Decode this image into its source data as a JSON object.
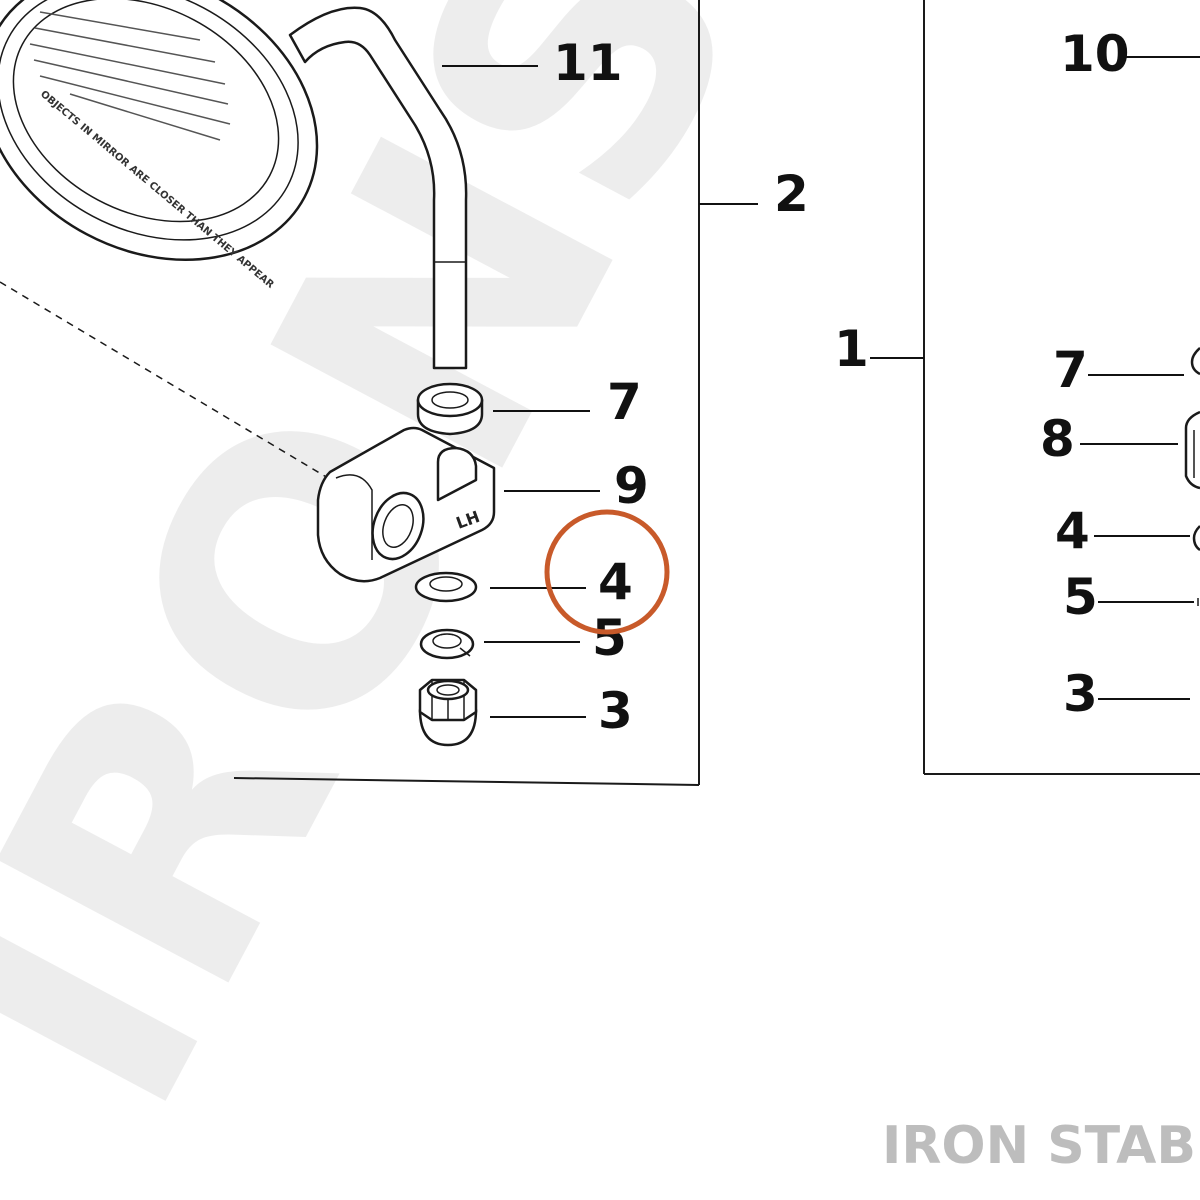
{
  "watermark_text": "IRONSTABLE",
  "brand_label": "IRON STABLE",
  "highlight_color": "#c85a2a",
  "bracket_marking": "LH",
  "mirror_caption": "OBJECTS IN MIRROR ARE CLOSER THAN THEY APPEAR",
  "callouts": {
    "left": {
      "frame_label": "2",
      "mirror_arm": "11",
      "grommet": "7",
      "bracket": "9",
      "washer": "4",
      "lock_washer": "5",
      "acorn_nut": "3"
    },
    "right": {
      "frame_label": "1",
      "top": "10",
      "grommet": "7",
      "spacer": "8",
      "washer": "4",
      "lock_washer": "5",
      "acorn_nut": "3"
    }
  }
}
